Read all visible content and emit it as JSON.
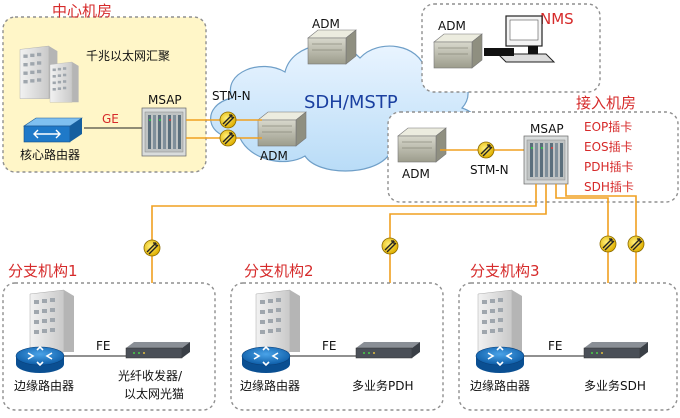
{
  "regions": {
    "center": "中心机房",
    "access": "接入机房",
    "branch1": "分支机构1",
    "branch2": "分支机构2",
    "branch3": "分支机构3"
  },
  "center": {
    "aggregation": "千兆以太网汇聚",
    "core_router": "核心路由器",
    "msap": "MSAP",
    "ge": "GE",
    "stm_n": "STM-N",
    "adm": "ADM"
  },
  "cloud": {
    "title": "SDH/MSTP",
    "adm_top": "ADM",
    "adm_right": "ADM"
  },
  "nms": {
    "label": "NMS"
  },
  "access": {
    "adm": "ADM",
    "stm_n": "STM-N",
    "msap": "MSAP",
    "cards": [
      "EOP插卡",
      "EOS插卡",
      "PDH插卡",
      "SDH插卡"
    ]
  },
  "branch1": {
    "edge_router": "边缘路由器",
    "fe": "FE",
    "device_line1": "光纤收发器/",
    "device_line2": "以太网光猫"
  },
  "branch2": {
    "edge_router": "边缘路由器",
    "fe": "FE",
    "device": "多业务PDH"
  },
  "branch3": {
    "edge_router": "边缘路由器",
    "fe": "FE",
    "device": "多业务SDH"
  },
  "colors": {
    "fiber": "#f0a020",
    "region_title": "#d62a2a",
    "center_bg": "#fff6c8",
    "cloud": "#cfe6fb"
  }
}
